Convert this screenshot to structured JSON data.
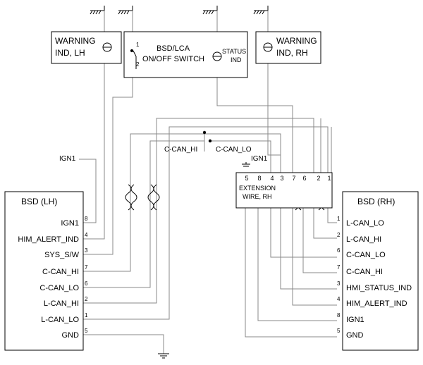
{
  "warning_lh": {
    "line1": "WARNING",
    "line2": "IND, LH"
  },
  "warning_rh": {
    "line1": "WARNING",
    "line2": "IND, RH"
  },
  "switch": {
    "line1": "BSD/LCA",
    "line2": "ON/OFF SWITCH",
    "pin1": "1",
    "pin2": "2",
    "status_line1": "STATUS",
    "status_line2": "IND"
  },
  "splice": {
    "hi": "C-CAN_HI",
    "lo": "C-CAN_LO"
  },
  "ign_top": "IGN1",
  "ign_ext": "IGN1",
  "extension": {
    "line1": "EXTENSION",
    "line2": "WIRE, RH",
    "pins": [
      "5",
      "8",
      "4",
      "3",
      "7",
      "6",
      "2",
      "1"
    ]
  },
  "bsd_lh": {
    "title": "BSD (LH)",
    "pins": [
      {
        "label": "IGN1",
        "num": "8"
      },
      {
        "label": "HIM_ALERT_IND",
        "num": "4"
      },
      {
        "label": "SYS_S/W",
        "num": "3"
      },
      {
        "label": "C-CAN_HI",
        "num": "7"
      },
      {
        "label": "C-CAN_LO",
        "num": "6"
      },
      {
        "label": "L-CAN_HI",
        "num": "2"
      },
      {
        "label": "L-CAN_LO",
        "num": "1"
      },
      {
        "label": "GND",
        "num": "5"
      }
    ]
  },
  "bsd_rh": {
    "title": "BSD (RH)",
    "pins": [
      {
        "label": "L-CAN_LO",
        "num": "1"
      },
      {
        "label": "L-CAN_HI",
        "num": "2"
      },
      {
        "label": "C-CAN_LO",
        "num": "6"
      },
      {
        "label": "C-CAN_HI",
        "num": "7"
      },
      {
        "label": "HMI_STATUS_IND",
        "num": "3"
      },
      {
        "label": "HIM_ALERT_IND",
        "num": "4"
      },
      {
        "label": "IGN1",
        "num": "8"
      },
      {
        "label": "GND",
        "num": "5"
      }
    ]
  }
}
